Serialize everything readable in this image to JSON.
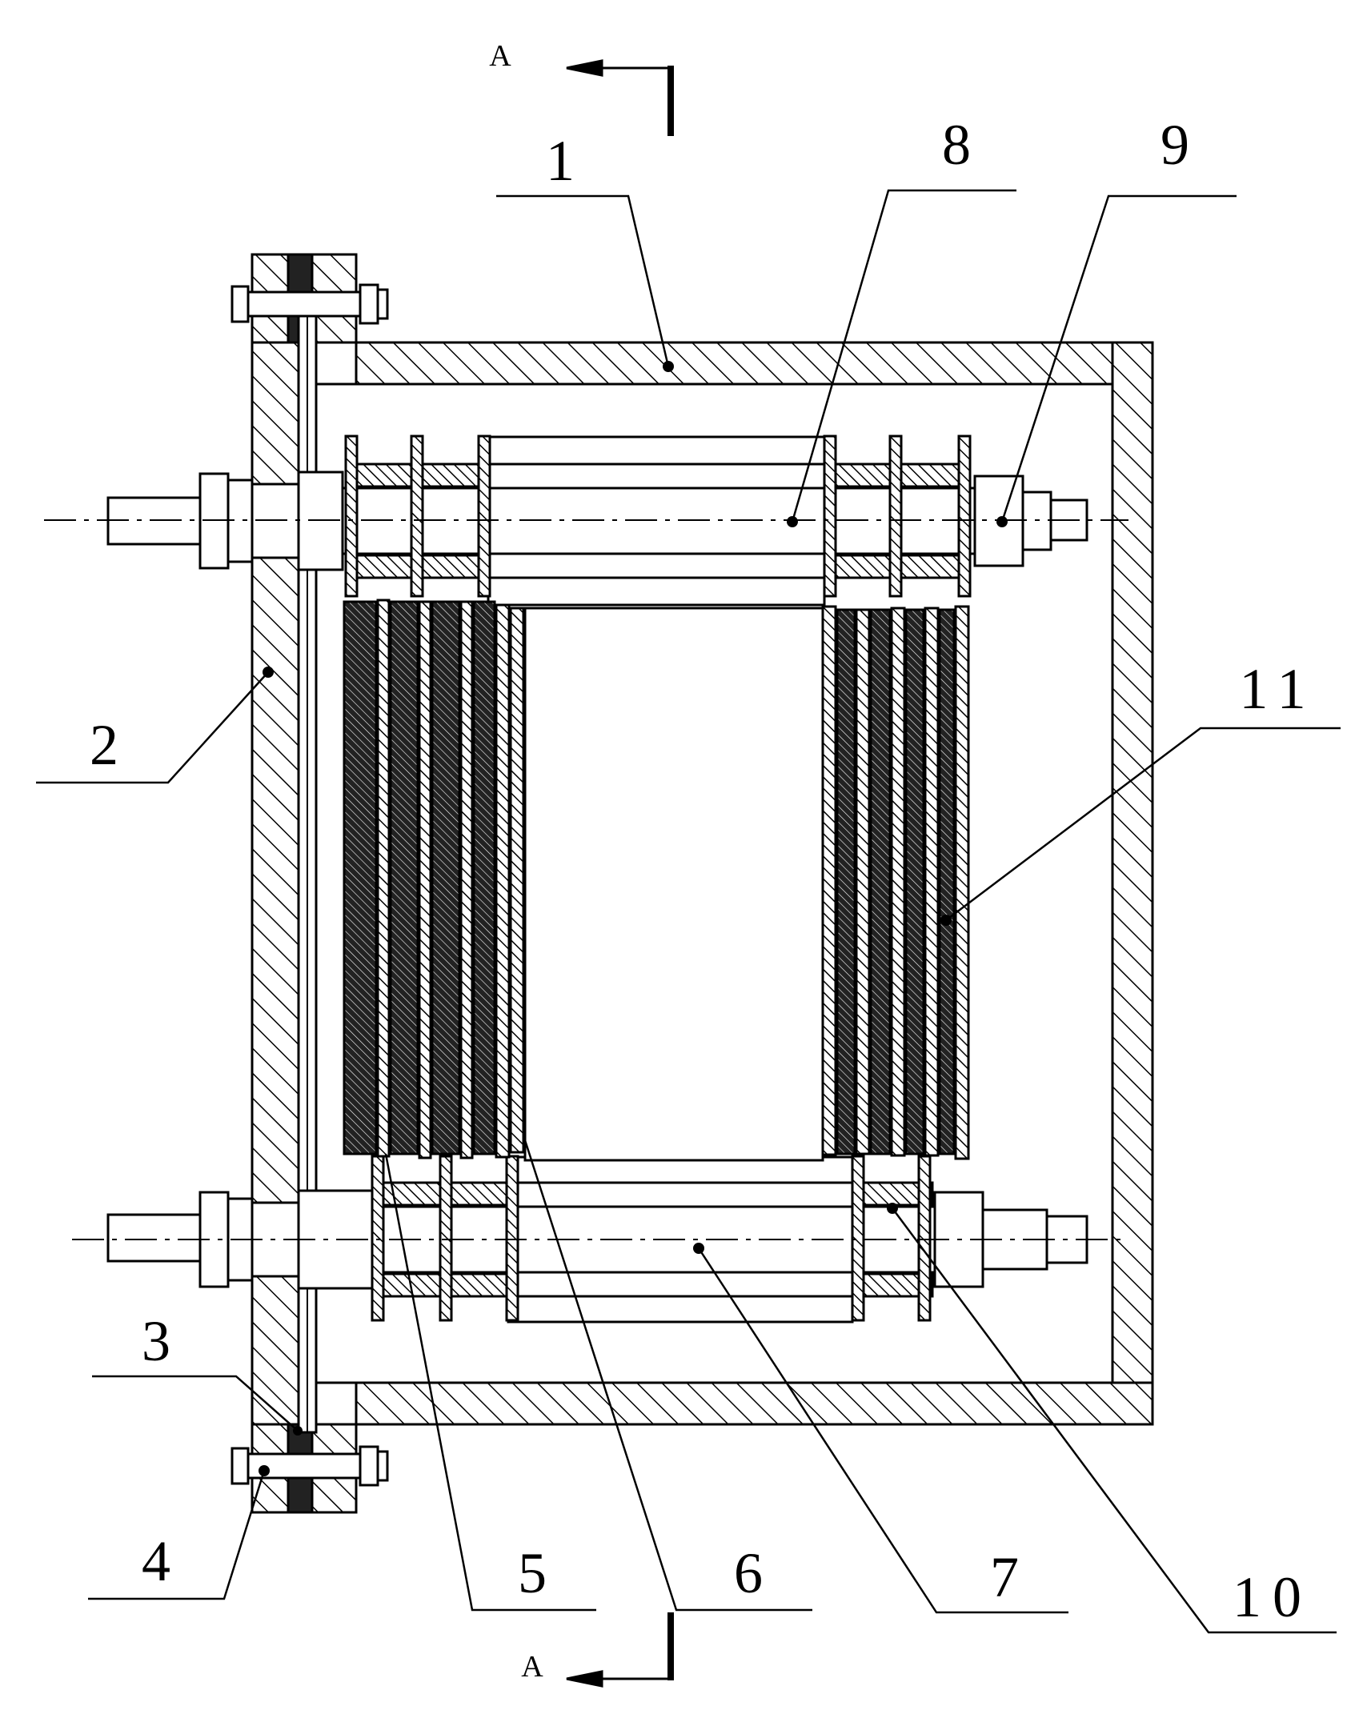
{
  "section_marks": {
    "top": "A",
    "bottom": "A"
  },
  "callouts": [
    "1",
    "2",
    "3",
    "4",
    "5",
    "6",
    "7",
    "8",
    "9",
    "10",
    "11"
  ]
}
